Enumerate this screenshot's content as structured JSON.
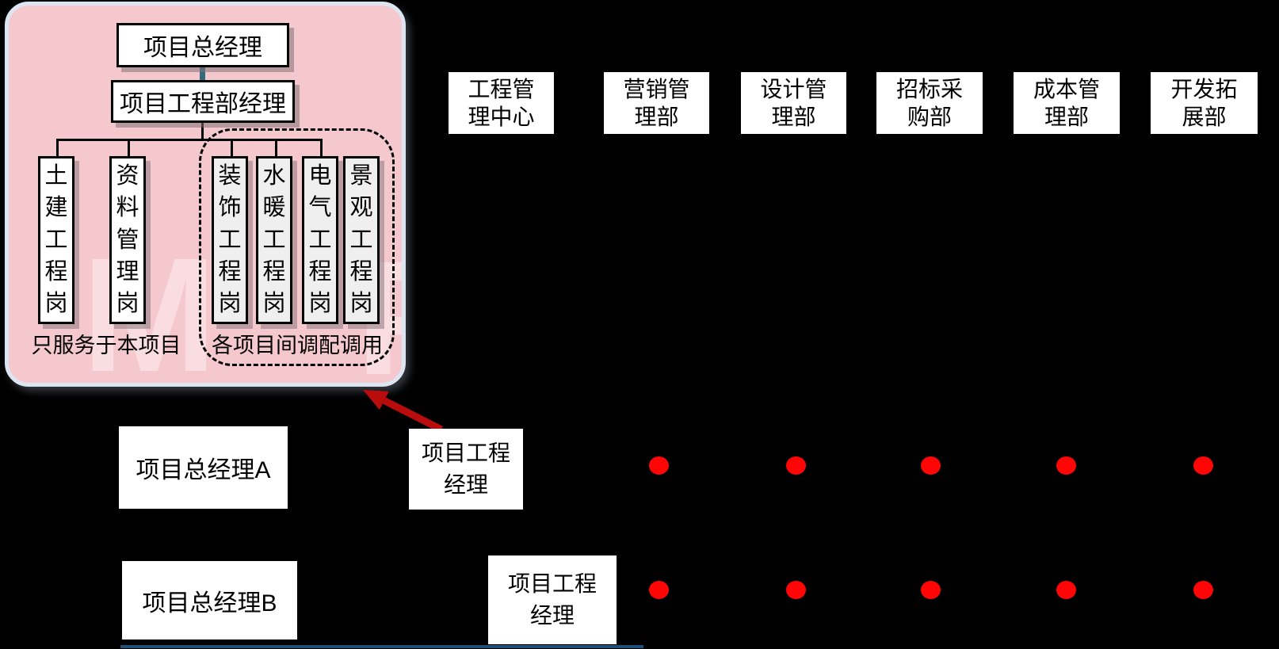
{
  "panel": {
    "gm": "项目总经理",
    "manager": "项目工程部经理",
    "posts": [
      {
        "name": "土建工程岗",
        "type": "dedicated"
      },
      {
        "name": "资料管理岗",
        "type": "dedicated"
      },
      {
        "name": "装饰工程岗",
        "type": "shared"
      },
      {
        "name": "水暖工程岗",
        "type": "shared"
      },
      {
        "name": "电气工程岗",
        "type": "shared"
      },
      {
        "name": "景观工程岗",
        "type": "shared"
      }
    ],
    "dedicated_label": "只服务于本项目",
    "shared_label": "各项目间调配调用",
    "watermark": "M"
  },
  "departments": [
    {
      "name": "工程管理中心",
      "lines": [
        "工程管",
        "理中心"
      ]
    },
    {
      "name": "营销管理部",
      "lines": [
        "营销管",
        "理部"
      ]
    },
    {
      "name": "设计管理部",
      "lines": [
        "设计管",
        "理部"
      ]
    },
    {
      "name": "招标采购部",
      "lines": [
        "招标采",
        "购部"
      ]
    },
    {
      "name": "成本管理部",
      "lines": [
        "成本管",
        "理部"
      ]
    },
    {
      "name": "开发拓展部",
      "lines": [
        "开发拓",
        "展部"
      ]
    }
  ],
  "projects": [
    {
      "gm": "项目总经理A",
      "pm_lines": [
        "项目工程",
        "经理"
      ],
      "dot_count": 5
    },
    {
      "gm": "项目总经理B",
      "pm_lines": [
        "项目工程",
        "经理"
      ],
      "dot_count": 5
    }
  ],
  "colors": {
    "background": "#000000",
    "panel_fill": "#f5c8ce",
    "panel_border": "#dce6f2",
    "connector_teal": "#34697c",
    "shared_post_fill": "#efefef",
    "dot_red": "#ff0505",
    "arrow_red": "#b90c0c",
    "bottom_line_blue": "#1f4e79"
  }
}
